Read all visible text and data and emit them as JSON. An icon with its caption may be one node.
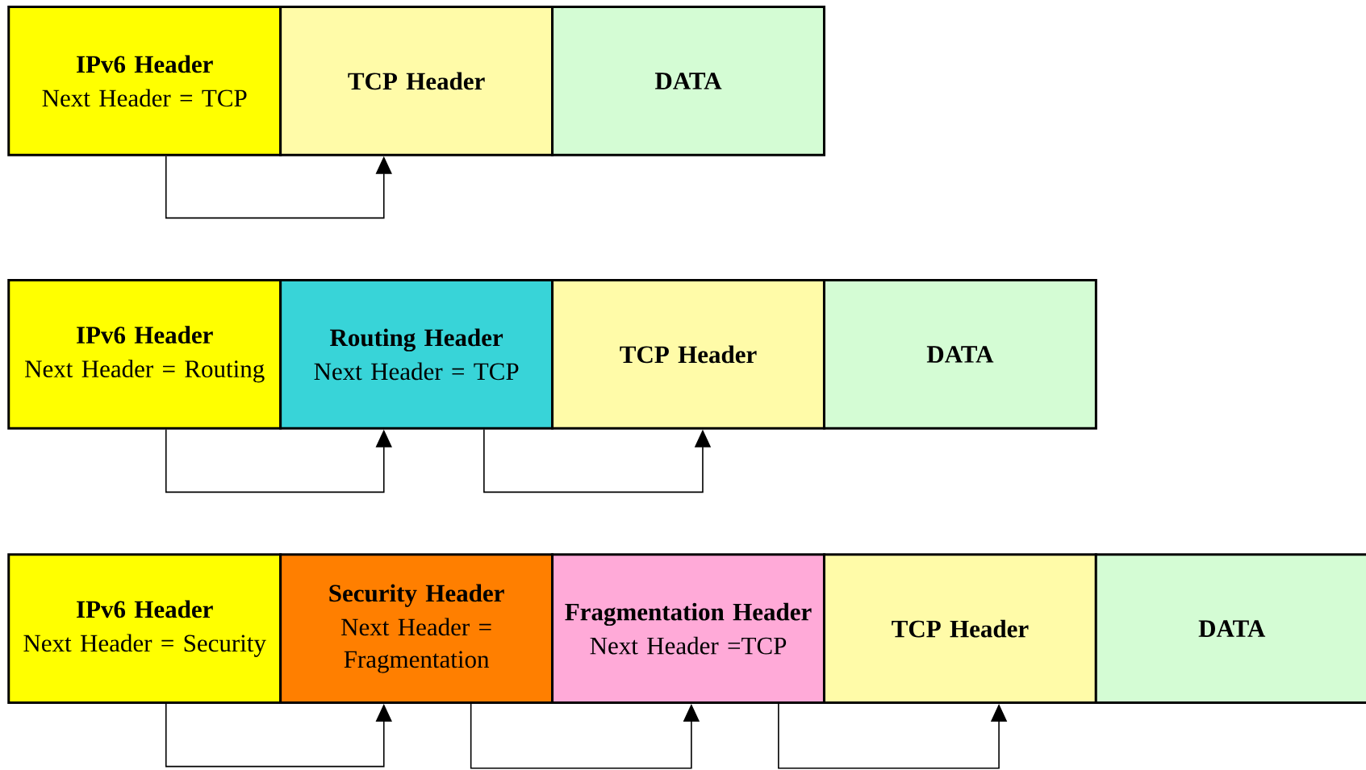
{
  "diagram": {
    "nodes": [
      {
        "text": [
          "IPv6 Header",
          "Next Header = TCP"
        ]
      },
      {
        "text": [
          "TCP Header"
        ]
      },
      {
        "text": [
          "DATA"
        ]
      },
      {
        "text": [
          "IPv6 Header",
          "Next Header = Routing"
        ]
      },
      {
        "text": [
          "Routing Header",
          "Next Header = TCP"
        ]
      },
      {
        "text": [
          "TCP Header"
        ]
      },
      {
        "text": [
          "DATA"
        ]
      },
      {
        "text": [
          "IPv6 Header",
          "Next Header = Security"
        ]
      },
      {
        "text": [
          "Security Header",
          "Next Header = Fragmentation"
        ]
      },
      {
        "text": [
          "Fragmentation Header",
          "Next Header =TCP"
        ]
      },
      {
        "text": [
          "TCP Header"
        ]
      },
      {
        "text": [
          "DATA"
        ]
      }
    ],
    "edges": [
      {
        "from": 0,
        "to": 1,
        "arrow": "to"
      },
      {
        "from": 3,
        "to": 4,
        "arrow": "to"
      },
      {
        "from": 4,
        "to": 5,
        "arrow": "to"
      },
      {
        "from": 7,
        "to": 8,
        "arrow": "to"
      },
      {
        "from": 8,
        "to": 9,
        "arrow": "to"
      },
      {
        "from": 9,
        "to": 10,
        "arrow": "to"
      }
    ]
  }
}
